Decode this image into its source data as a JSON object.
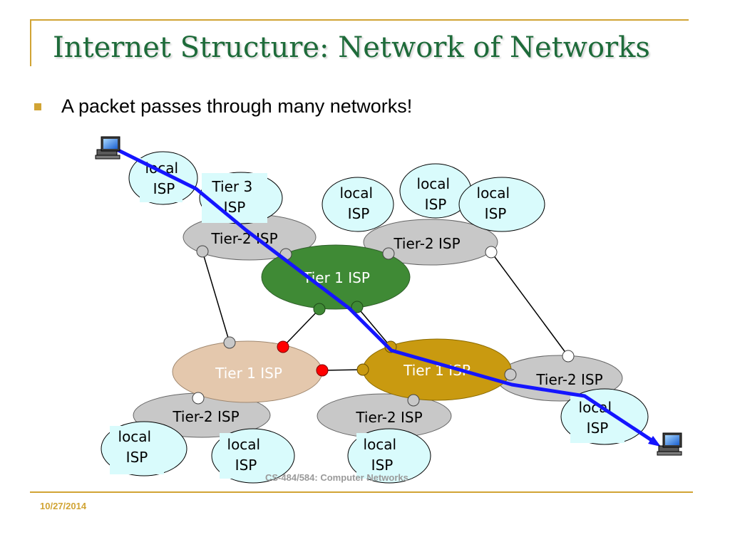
{
  "slide": {
    "title": "Internet Structure: Network of Networks",
    "bullet": "A packet passes through many networks!",
    "footer": "CS-484/584: Computer Networks",
    "date": "10/27/2014"
  },
  "diagram": {
    "colors": {
      "tier1_green": "#3f8a35",
      "tier1_tan": "#e4c8ad",
      "tier1_gold": "#c99a10",
      "tier2_gray": "#c8c8c8",
      "local_cyan": "#d9fbfc",
      "packet_path": "#1515ff",
      "router_red": "#ff0000"
    },
    "tier1": [
      {
        "id": "tier1-top",
        "label": "Tier 1 ISP"
      },
      {
        "id": "tier1-left",
        "label": "Tier 1 ISP"
      },
      {
        "id": "tier1-right",
        "label": "Tier 1 ISP"
      }
    ],
    "tier2": [
      {
        "id": "tier2-top-left",
        "label": "Tier-2 ISP"
      },
      {
        "id": "tier2-top-right",
        "label": "Tier-2 ISP"
      },
      {
        "id": "tier2-right",
        "label": "Tier-2 ISP"
      },
      {
        "id": "tier2-bottom-left",
        "label": "Tier-2 ISP"
      },
      {
        "id": "tier2-bottom-mid",
        "label": "Tier-2 ISP"
      }
    ],
    "tier3": [
      {
        "id": "tier3-top",
        "label_lines": [
          "Tier 3",
          "ISP"
        ]
      }
    ],
    "local": [
      {
        "id": "local-top-left",
        "label_lines": [
          "local",
          "ISP"
        ]
      },
      {
        "id": "local-top-a",
        "label_lines": [
          "local",
          "ISP"
        ]
      },
      {
        "id": "local-top-b",
        "label_lines": [
          "local",
          "ISP"
        ]
      },
      {
        "id": "local-top-c",
        "label_lines": [
          "local",
          "ISP"
        ]
      },
      {
        "id": "local-right",
        "label_lines": [
          "local",
          "ISP"
        ]
      },
      {
        "id": "local-bottom-a",
        "label_lines": [
          "local",
          "ISP"
        ]
      },
      {
        "id": "local-bottom-b",
        "label_lines": [
          "local",
          "ISP"
        ]
      },
      {
        "id": "local-bottom-c",
        "label_lines": [
          "local",
          "ISP"
        ]
      }
    ],
    "hosts": [
      {
        "id": "host-source",
        "icon": "computer-icon"
      },
      {
        "id": "host-destination",
        "icon": "computer-icon"
      }
    ]
  }
}
